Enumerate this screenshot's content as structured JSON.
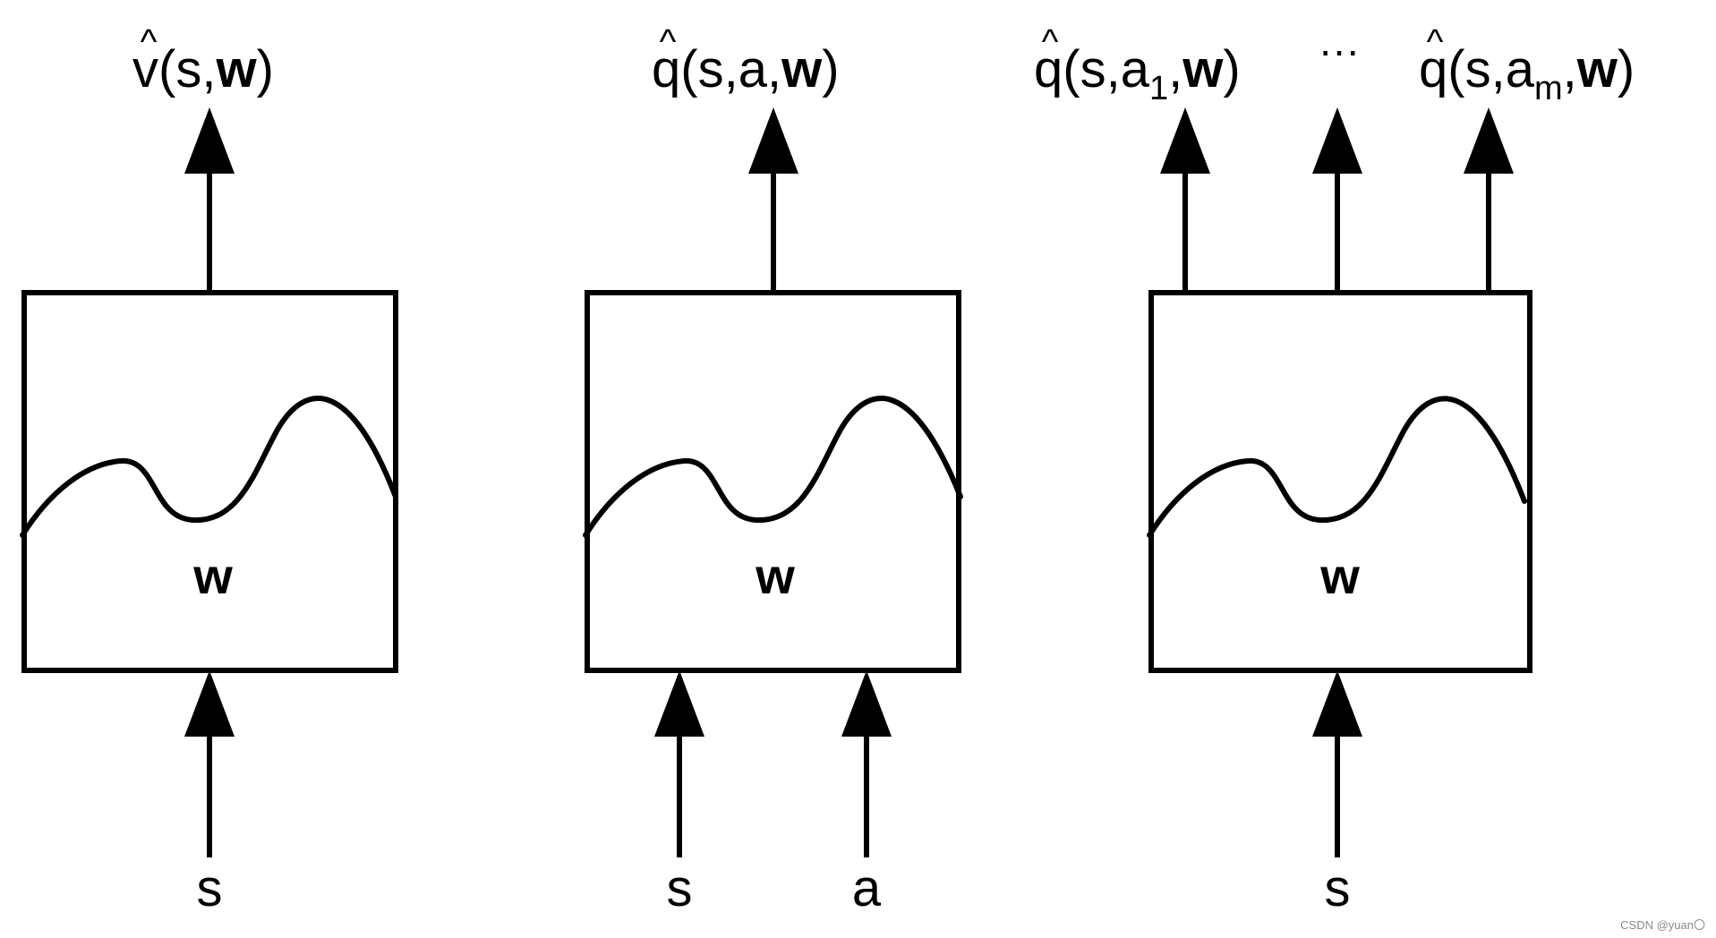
{
  "outputs": {
    "v_hat": {
      "hat": "^",
      "base": "v",
      "open": "(s,",
      "bold": "w",
      "close": ")"
    },
    "q_hat_sa": {
      "hat": "^",
      "base": "q",
      "open": "(s,a,",
      "bold": "w",
      "close": ")"
    },
    "q_hat_a1": {
      "hat": "^",
      "base": "q",
      "open": "(s,a",
      "sub": "1",
      "comma": ",",
      "bold": "w",
      "close": ")"
    },
    "ellipsis": "···",
    "q_hat_am": {
      "hat": "^",
      "base": "q",
      "open": "(s,a",
      "sub": "m",
      "comma": ",",
      "bold": "w",
      "close": ")"
    }
  },
  "boxes": {
    "box1": {
      "param": "w"
    },
    "box2": {
      "param": "w"
    },
    "box3": {
      "param": "w"
    }
  },
  "inputs": {
    "box1": [
      "s"
    ],
    "box2": [
      "s",
      "a"
    ],
    "box3": [
      "s"
    ]
  },
  "watermark": "CSDN @yuan〇"
}
